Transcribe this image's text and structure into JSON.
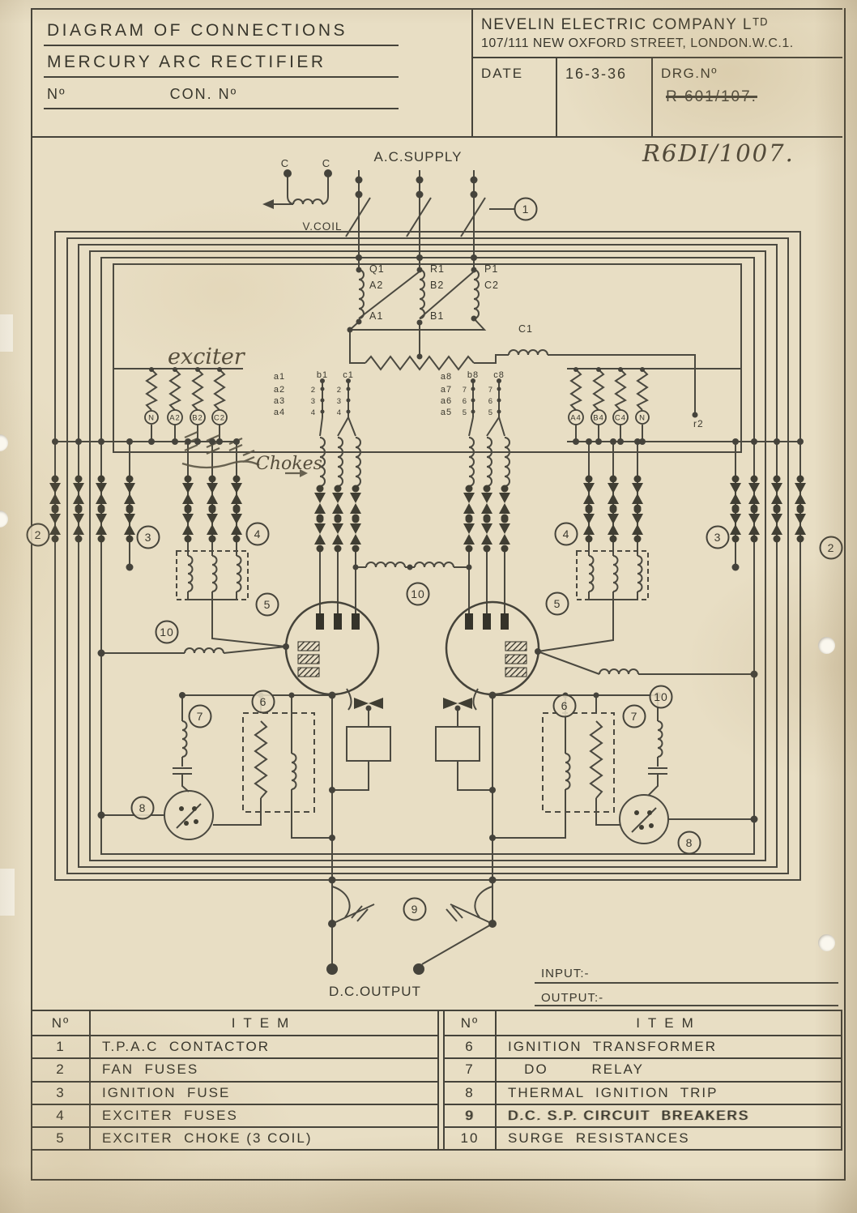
{
  "title_block": {
    "left": {
      "title_line1": "DIAGRAM OF CONNECTIONS",
      "title_line2": "MERCURY ARC RECTIFIER",
      "no_label": "Nº",
      "con_no_label": "CON. Nº"
    },
    "right": {
      "company": "NEVELIN ELECTRIC COMPANY Lᵀᴰ",
      "address": "107/111 NEW OXFORD STREET, LONDON.W.C.1.",
      "date_label": "DATE",
      "date_value": "16-3-36",
      "drg_label": "DRG.Nº",
      "drg_no_struck": "R 601/107.",
      "drg_no_handwritten": "R6DI/1007."
    }
  },
  "diagram": {
    "ac_supply_label": "A.C.SUPPLY",
    "c_terminal": "C",
    "v_coil_label": "V.COIL",
    "exciter_note": "exciter",
    "chokes_note": "Chokes",
    "primary_terminals": {
      "q1": "Q1",
      "a2": "A2",
      "a1": "A1",
      "r1": "R1",
      "b2": "B2",
      "b1": "B1",
      "p1": "P1",
      "c2": "C2",
      "c1": "C1"
    },
    "secondary_left": {
      "col_headers": [
        "a1",
        "b1",
        "c1"
      ],
      "a_rows": [
        "a2",
        "a3",
        "a4"
      ],
      "tap_numbers": [
        "2",
        "3",
        "4"
      ]
    },
    "secondary_right": {
      "col_headers": [
        "a8",
        "b8",
        "c8"
      ],
      "a_rows": [
        "a7",
        "a6",
        "a5"
      ],
      "tap_numbers": [
        "7",
        "6",
        "5"
      ]
    },
    "exciter_terminals_left": [
      "N",
      "A2",
      "B2",
      "C2"
    ],
    "exciter_terminals_right": [
      "A4",
      "B4",
      "C4",
      "N"
    ],
    "r2_label": "r2",
    "callouts": [
      "1",
      "2",
      "3",
      "4",
      "5",
      "6",
      "7",
      "8",
      "9",
      "10"
    ],
    "dc_output_label": "D.C.OUTPUT",
    "input_label": "INPUT:-",
    "output_label": "OUTPUT:-"
  },
  "legend": {
    "left": {
      "no_header": "Nº",
      "item_header": "ITEM",
      "rows": [
        {
          "no": "1",
          "item": "T.P.A.C  CONTACTOR"
        },
        {
          "no": "2",
          "item": "FAN  FUSES"
        },
        {
          "no": "3",
          "item": "IGNITION  FUSE"
        },
        {
          "no": "4",
          "item": "EXCITER  FUSES"
        },
        {
          "no": "5",
          "item": "EXCITER  CHOKE (3 COIL)"
        }
      ]
    },
    "right": {
      "no_header": "Nº",
      "item_header": "ITEM",
      "rows": [
        {
          "no": "6",
          "item": "IGNITION  TRANSFORMER"
        },
        {
          "no": "7",
          "item": "   DO        RELAY"
        },
        {
          "no": "8",
          "item": "THERMAL  IGNITION  TRIP"
        },
        {
          "no": "9",
          "item": "D.C. S.P. CIRCUIT  BREAKERS"
        },
        {
          "no": "10",
          "item": "SURGE  RESISTANCES"
        }
      ]
    }
  }
}
